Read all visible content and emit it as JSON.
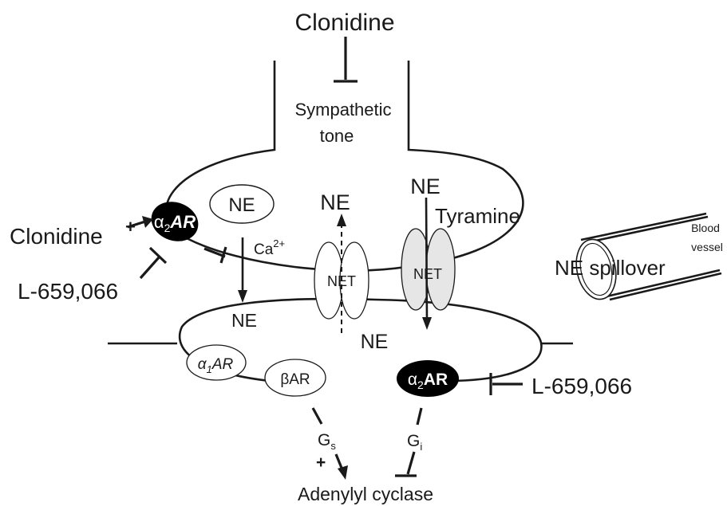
{
  "labels": {
    "clonidine_top": "Clonidine",
    "sympathetic_tone_1": "Sympathetic",
    "sympathetic_tone_2": "tone",
    "ne_vesicle": "NE",
    "ne_efflux": "NE",
    "ne_uptake": "NE",
    "tyramine": "Tyramine",
    "net_left": "NET",
    "net_right": "NET",
    "alpha2_pre_greek": "α",
    "alpha2_pre_sub": "2",
    "alpha2_pre_ar": "AR",
    "plus_left": "+",
    "clonidine_left": "Clonidine",
    "l659_left": "L-659,066",
    "ca_base": "Ca",
    "ca_sup": "2+",
    "ne_post_left": "NE",
    "ne_post_center": "NE",
    "alpha1_greek": "α",
    "alpha1_sub": "1",
    "alpha1_ar": "AR",
    "beta_ar": "βAR",
    "alpha2_post_greek": "α",
    "alpha2_post_sub": "2",
    "alpha2_post_ar": "AR",
    "l659_right": "L-659,066",
    "gs_base": "G",
    "gs_sub": "s",
    "gi_base": "G",
    "gi_sub": "i",
    "plus_gs": "+",
    "adenylyl_cyclase": "Adenylyl cyclase",
    "ne_spillover": "NE spillover",
    "blood_vessel_1": "Blood",
    "blood_vessel_2": "vessel"
  },
  "colors": {
    "ink": "#1a1a1a",
    "receptor_fill": "#000000",
    "receptor_text": "#ffffff",
    "net_shaded": "#e6e6e6"
  }
}
